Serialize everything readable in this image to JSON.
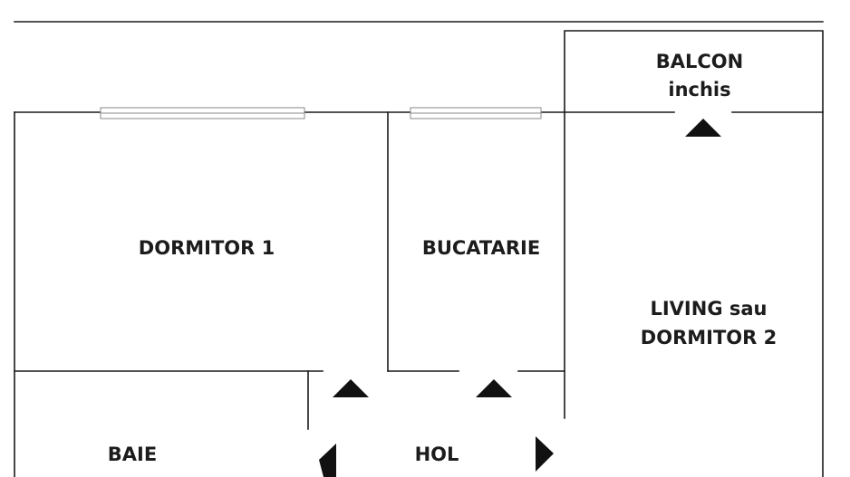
{
  "rooms": {
    "balcon": {
      "line1": "BALCON",
      "line2": "inchis"
    },
    "dormitor1": {
      "label": "DORMITOR 1"
    },
    "bucatarie": {
      "label": "BUCATARIE"
    },
    "living": {
      "line1": "LIVING sau",
      "line2": "DORMITOR 2"
    },
    "baie": {
      "label": "BAIE"
    },
    "hol": {
      "label": "HOL"
    }
  },
  "colors": {
    "wall": "#1a1a1a",
    "window": "#8a8a8a",
    "arrow": "#111111",
    "text": "#1c1c1c",
    "background": "#ffffff"
  }
}
